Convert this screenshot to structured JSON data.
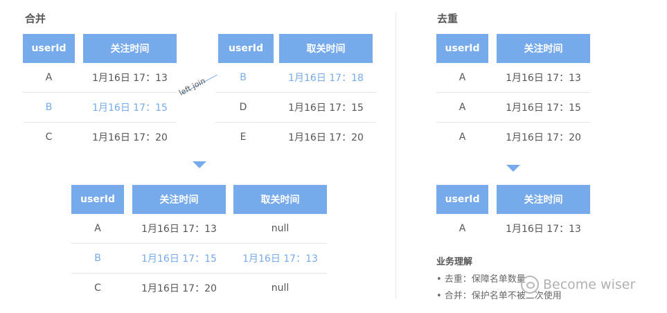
{
  "merge": {
    "title": "合并",
    "join_label": "left join",
    "left_table": {
      "headers": [
        "userId",
        "关注时间"
      ],
      "rows": [
        {
          "userId": "A",
          "time": "1月16日 17：13",
          "highlight": false
        },
        {
          "userId": "B",
          "time": "1月16日 17：15",
          "highlight": true
        },
        {
          "userId": "C",
          "time": "1月16日 17：20",
          "highlight": false
        }
      ]
    },
    "right_table": {
      "headers": [
        "userId",
        "取关时间"
      ],
      "rows": [
        {
          "userId": "B",
          "time": "1月16日 17：18",
          "highlight": true
        },
        {
          "userId": "D",
          "time": "1月16日 17：15",
          "highlight": false
        },
        {
          "userId": "E",
          "time": "1月16日 17：20",
          "highlight": false
        }
      ]
    },
    "result_table": {
      "headers": [
        "userId",
        "关注时间",
        "取关时间"
      ],
      "rows": [
        {
          "userId": "A",
          "follow": "1月16日 17：13",
          "unfollow": "null",
          "highlight": false
        },
        {
          "userId": "B",
          "follow": "1月16日 17：15",
          "unfollow": "1月16日 17：13",
          "highlight": true
        },
        {
          "userId": "C",
          "follow": "1月16日 17：20",
          "unfollow": "null",
          "highlight": false
        }
      ]
    }
  },
  "dedup": {
    "title": "去重",
    "source_table": {
      "headers": [
        "userId",
        "关注时间"
      ],
      "rows": [
        {
          "userId": "A",
          "time": "1月16日 17：13"
        },
        {
          "userId": "A",
          "time": "1月16日 17：15"
        },
        {
          "userId": "A",
          "time": "1月16日 17：20"
        }
      ]
    },
    "result_table": {
      "headers": [
        "userId",
        "关注时间"
      ],
      "rows": [
        {
          "userId": "A",
          "time": "1月16日 17：13"
        }
      ]
    }
  },
  "business": {
    "title": "业务理解",
    "bullets": [
      "• 去重：保障名单数量",
      "• 合并：保护名单不被二次使用"
    ]
  },
  "watermark": "Become wiser",
  "colors": {
    "accent": "#76aaeb",
    "text": "#555555",
    "divider": "#e6e6e6"
  }
}
